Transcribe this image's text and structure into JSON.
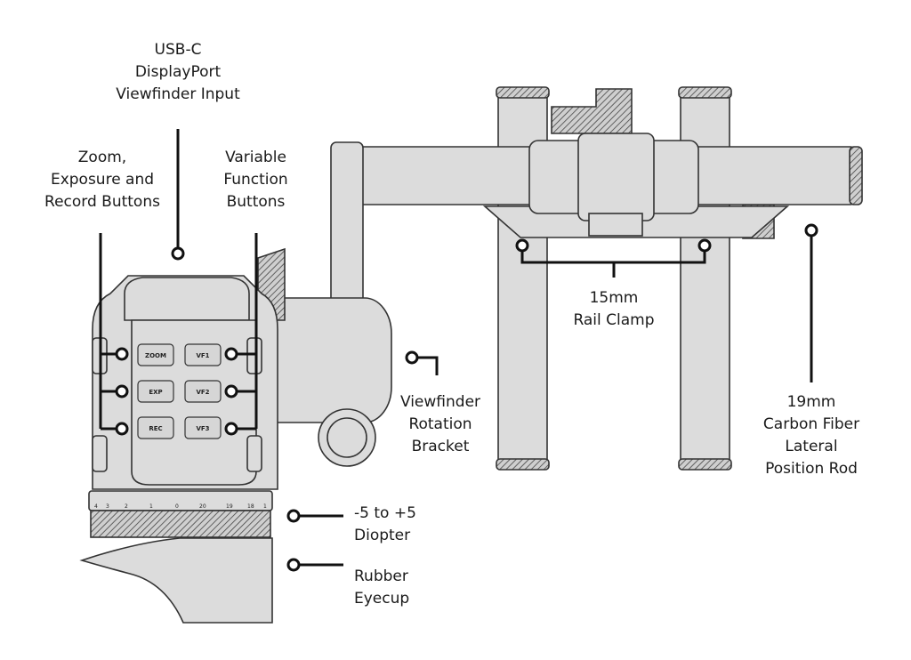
{
  "colors": {
    "body": "#dcdcdc",
    "outline": "#333333",
    "callout": "#111111",
    "background": "#ffffff"
  },
  "callouts": {
    "usb": [
      "USB-C",
      "DisplayPort",
      "Viewfinder Input"
    ],
    "zoom_buttons": [
      "Zoom,",
      "Exposure and",
      "Record Buttons"
    ],
    "vf_buttons": [
      "Variable",
      "Function",
      "Buttons"
    ],
    "rail_clamp": [
      "15mm",
      "Rail Clamp"
    ],
    "rod": [
      "19mm",
      "Carbon Fiber",
      "Lateral",
      "Position Rod"
    ],
    "bracket": [
      "Viewfinder",
      "Rotation",
      "Bracket"
    ],
    "diopter": [
      "-5 to +5",
      "Diopter"
    ],
    "eyecup": [
      "Rubber",
      "Eyecup"
    ]
  },
  "buttons": [
    "ZOOM",
    "EXP",
    "REC",
    "VF1",
    "VF2",
    "VF3"
  ],
  "diopter_scale": [
    "4",
    "3",
    "2",
    "1",
    "0",
    "20",
    "19",
    "18",
    "1"
  ]
}
